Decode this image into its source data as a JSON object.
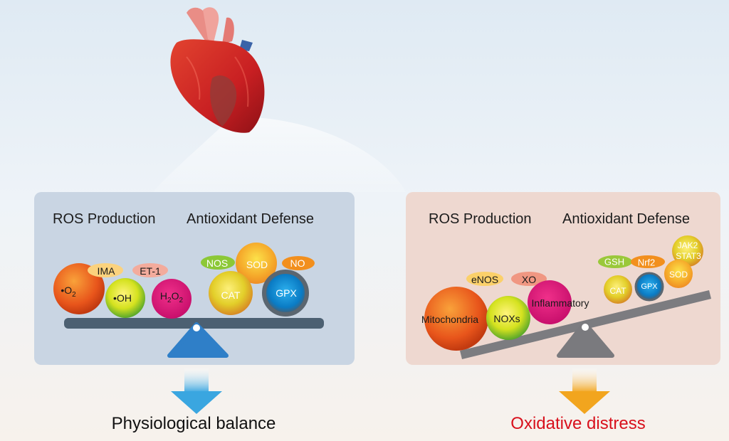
{
  "colors": {
    "panel_left_bg": "#c9d5e3",
    "panel_right_bg": "#eed8d0",
    "outcome_balance": "#111111",
    "outcome_distress": "#d8101c",
    "arrow_blue": "#3aa6e0",
    "arrow_orange": "#f2a51e"
  },
  "icons": [
    "heart-icon",
    "balance-scale-icon",
    "down-arrow-icon"
  ],
  "left_panel": {
    "ros_header": "ROS Production",
    "antioxidant_header": "Antioxidant Defense",
    "ros_items": {
      "superoxide": "•O",
      "superoxide_sub": "2",
      "ima": "IMA",
      "et1": "ET-1",
      "hydroxyl": "•OH",
      "h2o2_h": "H",
      "h2o2_2a": "2",
      "h2o2_o": "O",
      "h2o2_2b": "2"
    },
    "antioxidant_items": {
      "nos": "NOS",
      "sod": "SOD",
      "no": "NO",
      "cat": "CAT",
      "gpx": "GPX"
    },
    "outcome": "Physiological balance"
  },
  "right_panel": {
    "ros_header": "ROS Production",
    "antioxidant_header": "Antioxidant Defense",
    "ros_items": {
      "enos": "eNOS",
      "xo": "XO",
      "mitochondria": "Mitochondria",
      "noxs": "NOXs",
      "inflammatory": "Inflammatory"
    },
    "antioxidant_items": {
      "gsh": "GSH",
      "nrf2": "Nrf2",
      "jak2": "JAK2",
      "stat3": "STAT3",
      "cat": "CAT",
      "gpx": "GPX",
      "sod": "SOD"
    },
    "outcome": "Oxidative distress"
  }
}
